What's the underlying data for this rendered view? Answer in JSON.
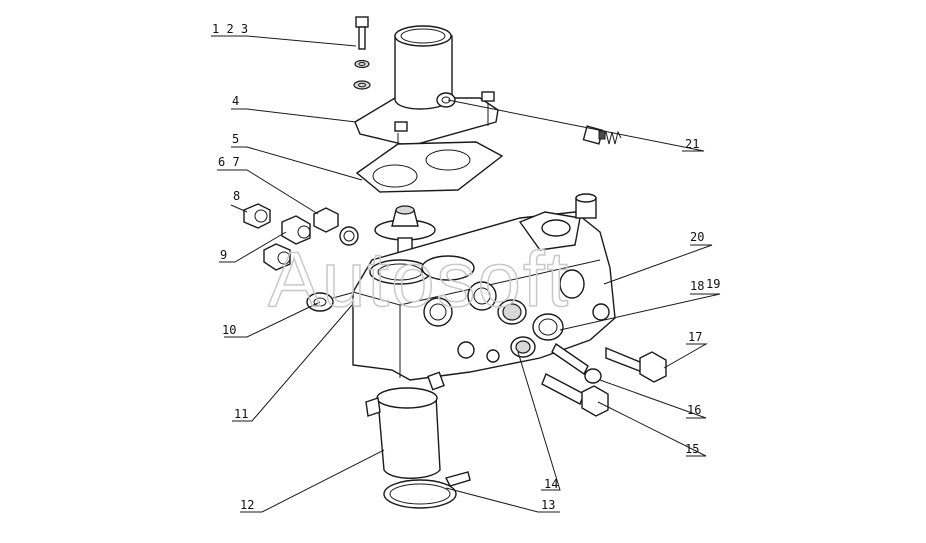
{
  "diagram": {
    "callouts": [
      "1 2 3",
      "4",
      "5",
      "6 7",
      "8",
      "9",
      "10",
      "11",
      "12",
      "13",
      "14",
      "15",
      "16",
      "17",
      "18",
      "19",
      "20",
      "21"
    ]
  },
  "watermark": {
    "text": "Autosoft"
  },
  "colors": {
    "line": "#1a1a1a",
    "shade": "#d8d8d8",
    "watermark": "#c9c9c9"
  }
}
